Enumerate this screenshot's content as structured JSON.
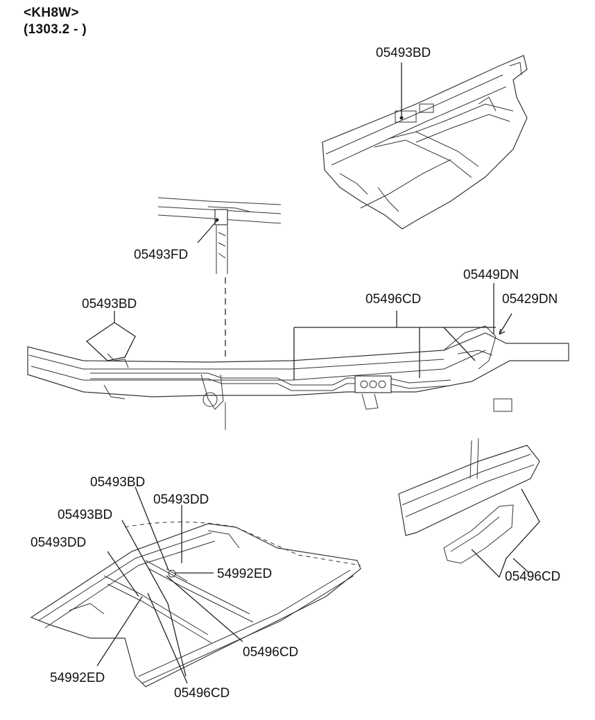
{
  "header": {
    "model_code": "<KH8W>",
    "date_range": "(1303.2 - )"
  },
  "callouts": {
    "top_right_clip": "05493BD",
    "top_detail_clip": "05493FD",
    "main_left_clip": "05493BD",
    "main_tube_clip": "05496CD",
    "main_right_1": "05449DN",
    "main_right_2": "05429DN",
    "bottom_left_a": "05493BD",
    "bottom_left_b": "05493DD",
    "bottom_left_c": "05493BD",
    "bottom_left_d": "05493DD",
    "bottom_left_e": "54992ED",
    "bottom_left_f": "05496CD",
    "bottom_left_g": "54992ED",
    "bottom_left_h": "05496CD",
    "bottom_right_clip": "05496CD"
  }
}
